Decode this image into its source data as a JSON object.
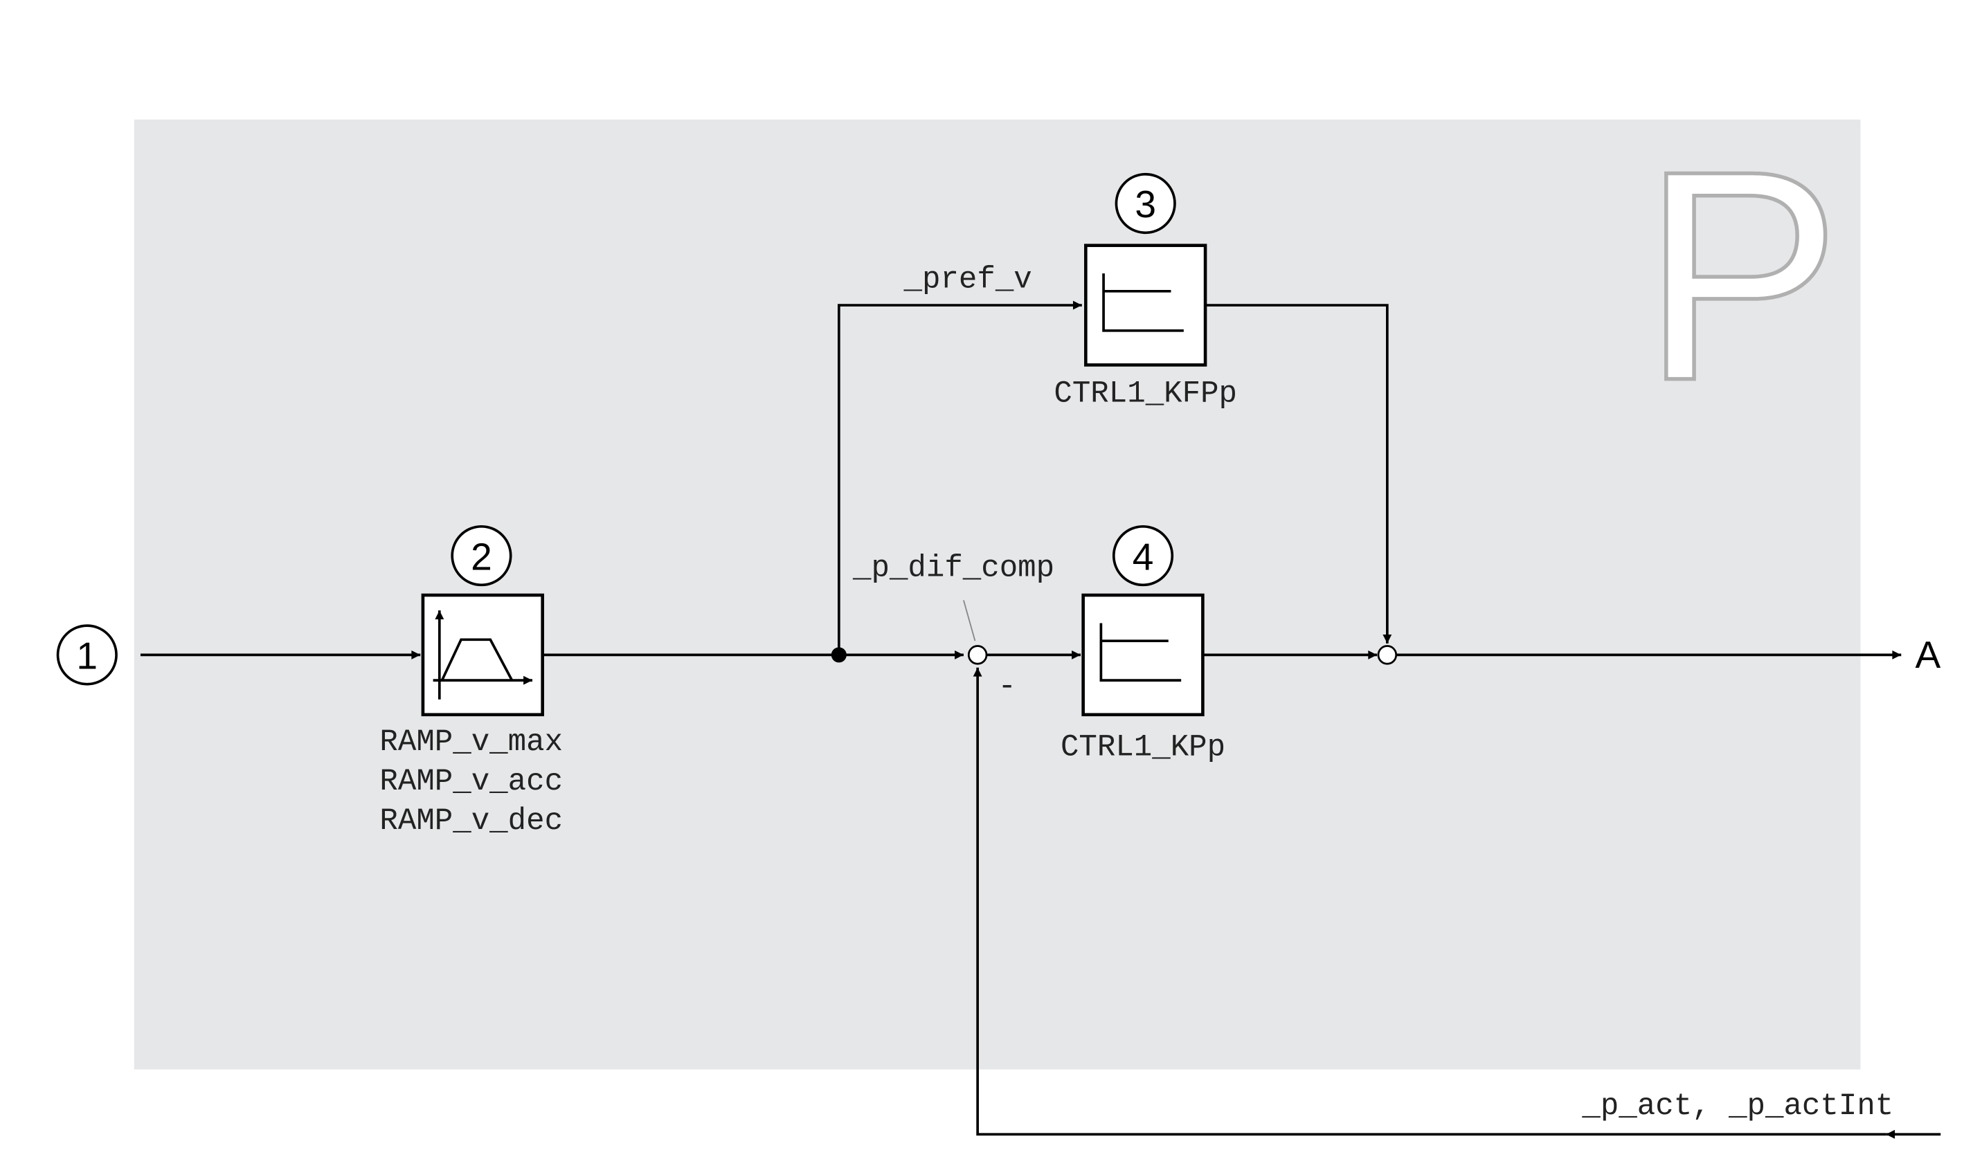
{
  "diagram": {
    "mode_letter": "P",
    "markers": {
      "input": "1",
      "ramp": "2",
      "feedforward": "3",
      "controller": "4"
    },
    "output_label": "A",
    "ramp_params": [
      "RAMP_v_max",
      "RAMP_v_acc",
      "RAMP_v_dec"
    ],
    "pref_label": "_pref_v",
    "kfpp_label": "CTRL1_KFPp",
    "kpp_label": "CTRL1_KPp",
    "dif_label": "_p_dif_comp",
    "minus_sign": "-",
    "feedback_label": "_p_act, _p_actInt",
    "colors": {
      "panel": "#e6e7e9",
      "line": "#000000",
      "letter_outline": "#b0b0b0"
    }
  }
}
